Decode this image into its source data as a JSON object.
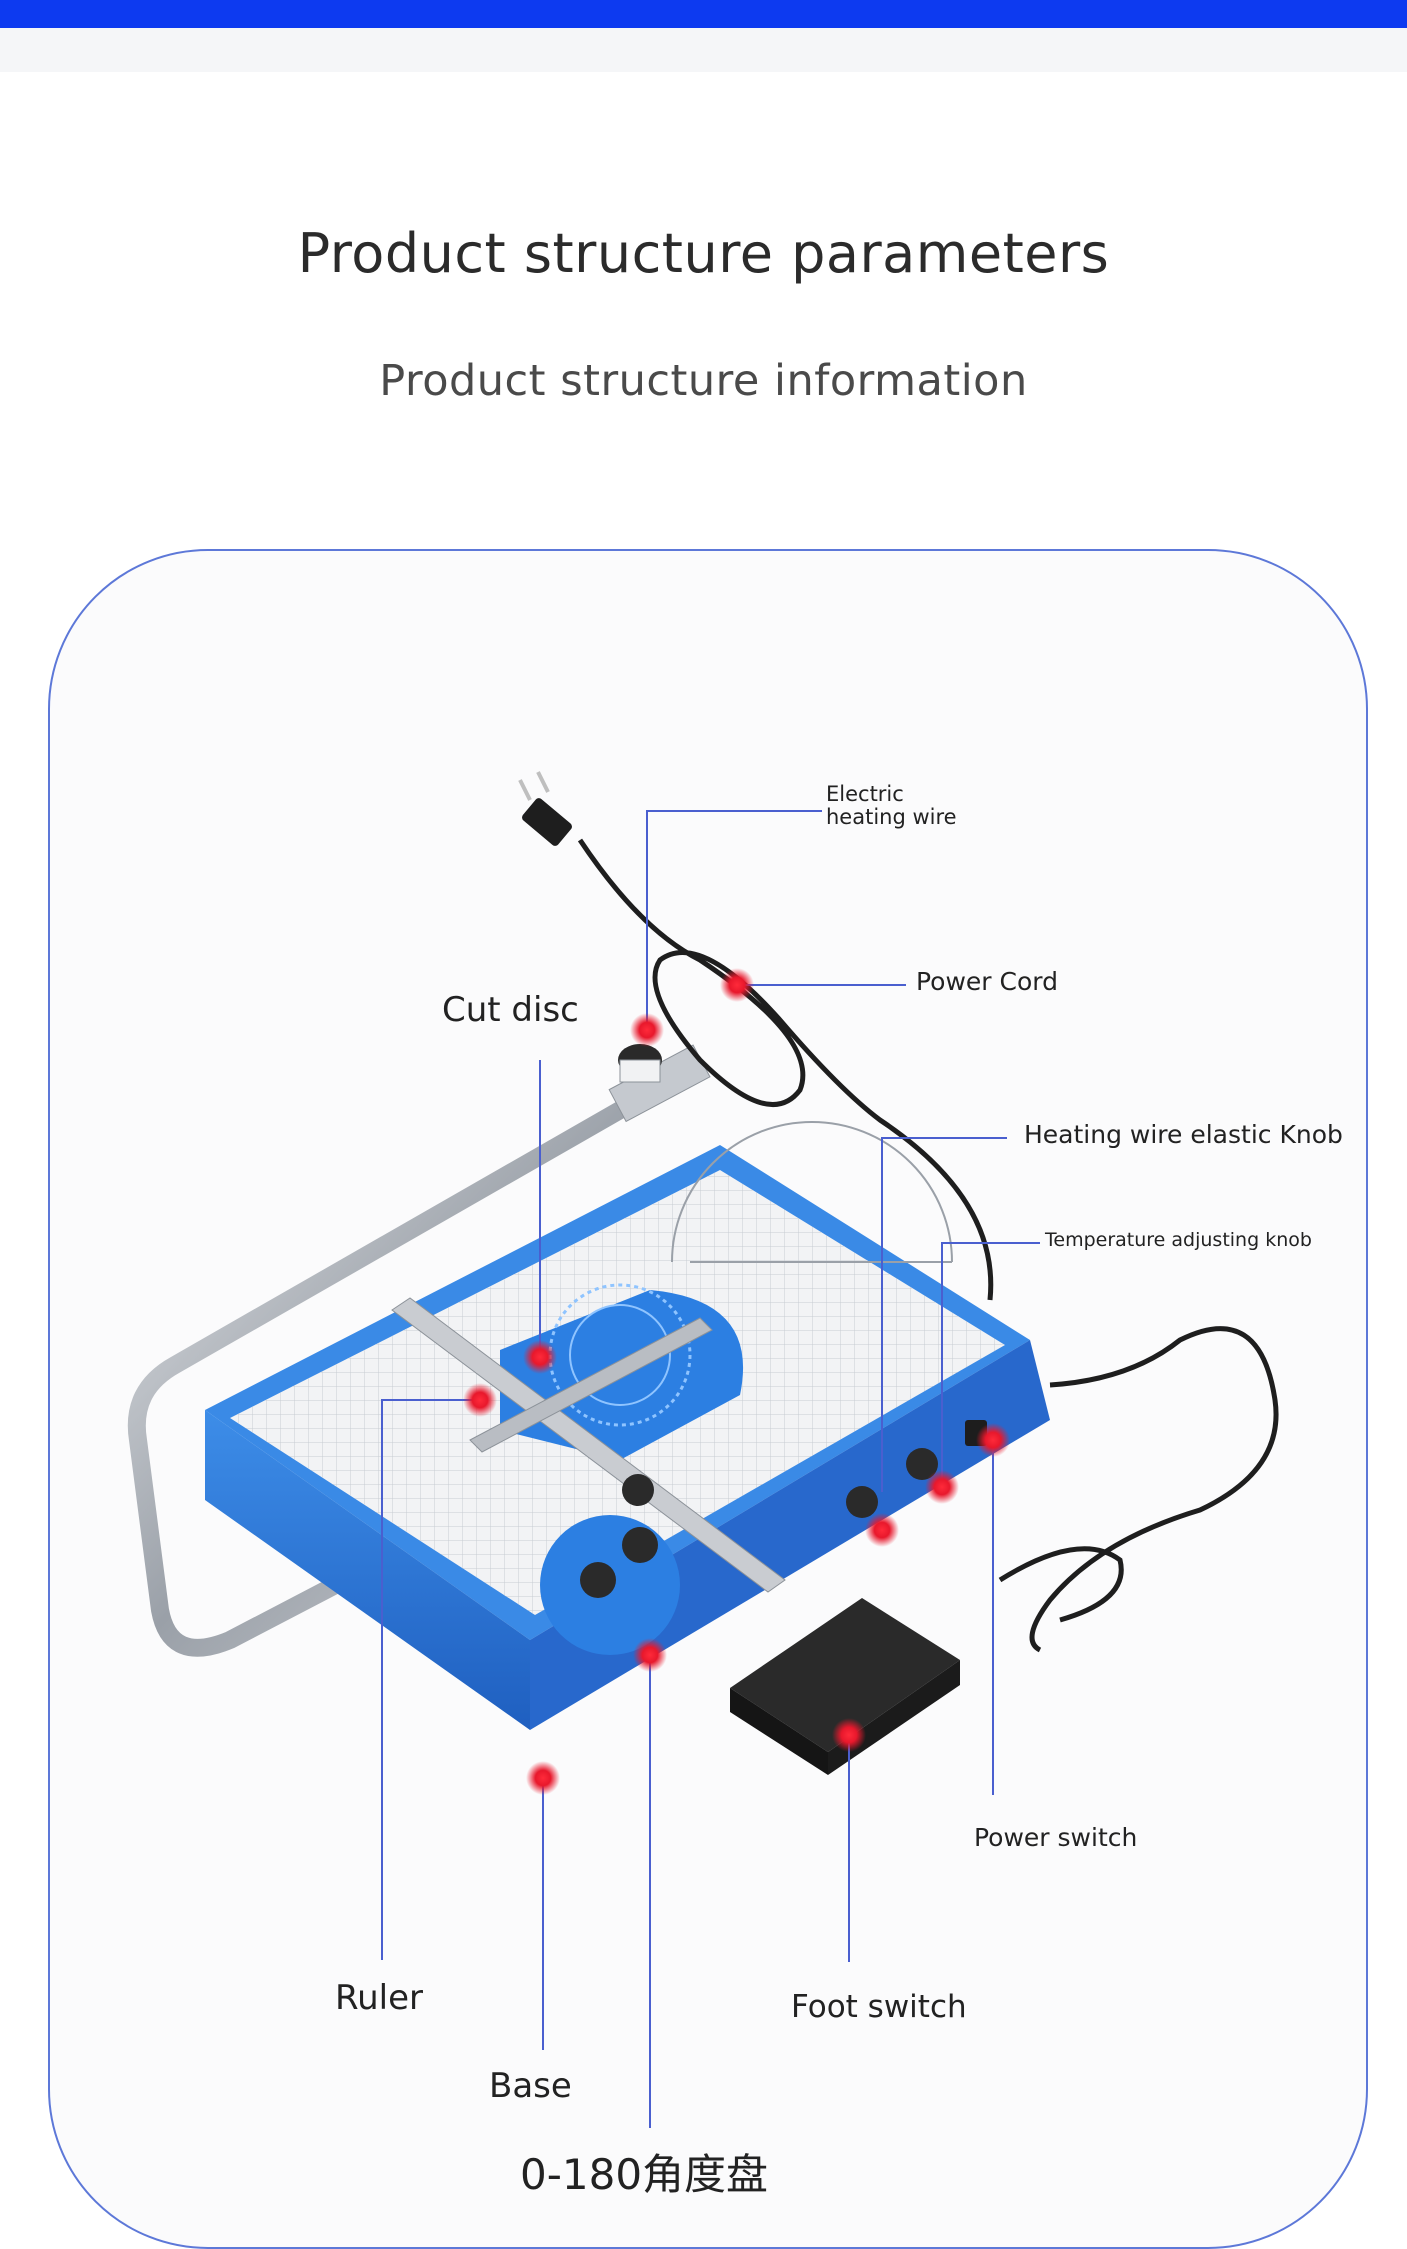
{
  "header": {
    "title": "Product structure parameters",
    "subtitle": "Product structure information"
  },
  "colors": {
    "top_bar": "#0d3af0",
    "panel_border": "#5d78d8",
    "callout_line": "#4a5fcf",
    "callout_dot": "#e8182c",
    "device_body": "#2f80e0"
  },
  "diagram": {
    "labels": {
      "electric_heating_wire_line1": "Electric",
      "electric_heating_wire_line2": "heating wire",
      "power_cord": "Power Cord",
      "cut_disc": "Cut disc",
      "heating_wire_elastic_knob": "Heating wire elastic Knob",
      "temperature_adjusting_knob": "Temperature adjusting knob",
      "ruler": "Ruler",
      "power_switch": "Power switch",
      "foot_switch": "Foot switch",
      "base": "Base"
    },
    "partial_bottom_text": "0-180角度盘"
  }
}
